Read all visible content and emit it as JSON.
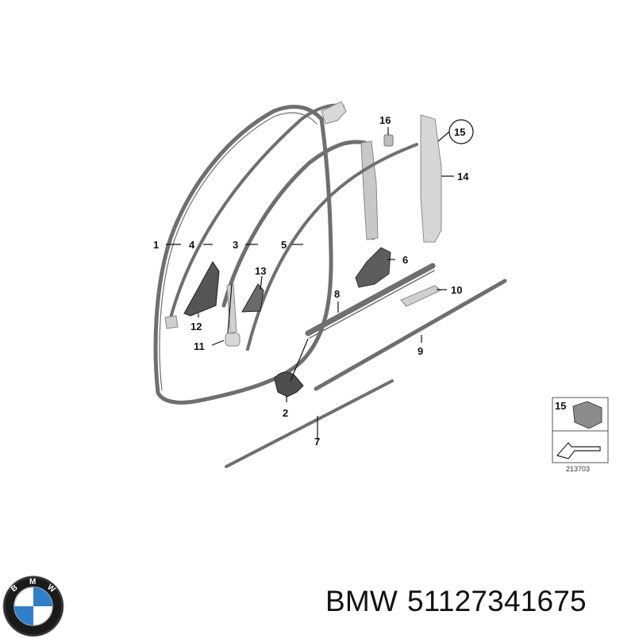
{
  "diagram": {
    "callouts": {
      "c1": "1",
      "c2": "2",
      "c3": "3",
      "c4": "4",
      "c5": "5",
      "c6": "6",
      "c7": "7",
      "c8": "8",
      "c9": "9",
      "c10": "10",
      "c11": "11",
      "c12": "12",
      "c13": "13",
      "c14": "14",
      "c15": "15",
      "c16": "16"
    },
    "inset": {
      "label": "15"
    },
    "drawing_number": "213703"
  },
  "logo": {
    "letters": [
      "B",
      "M",
      "W"
    ],
    "colors": {
      "ring": "#1a1a1a",
      "blue": "#2f7fc9",
      "white": "#ffffff"
    }
  },
  "footer": {
    "brand": "BMW",
    "part_number": "51127341675"
  }
}
